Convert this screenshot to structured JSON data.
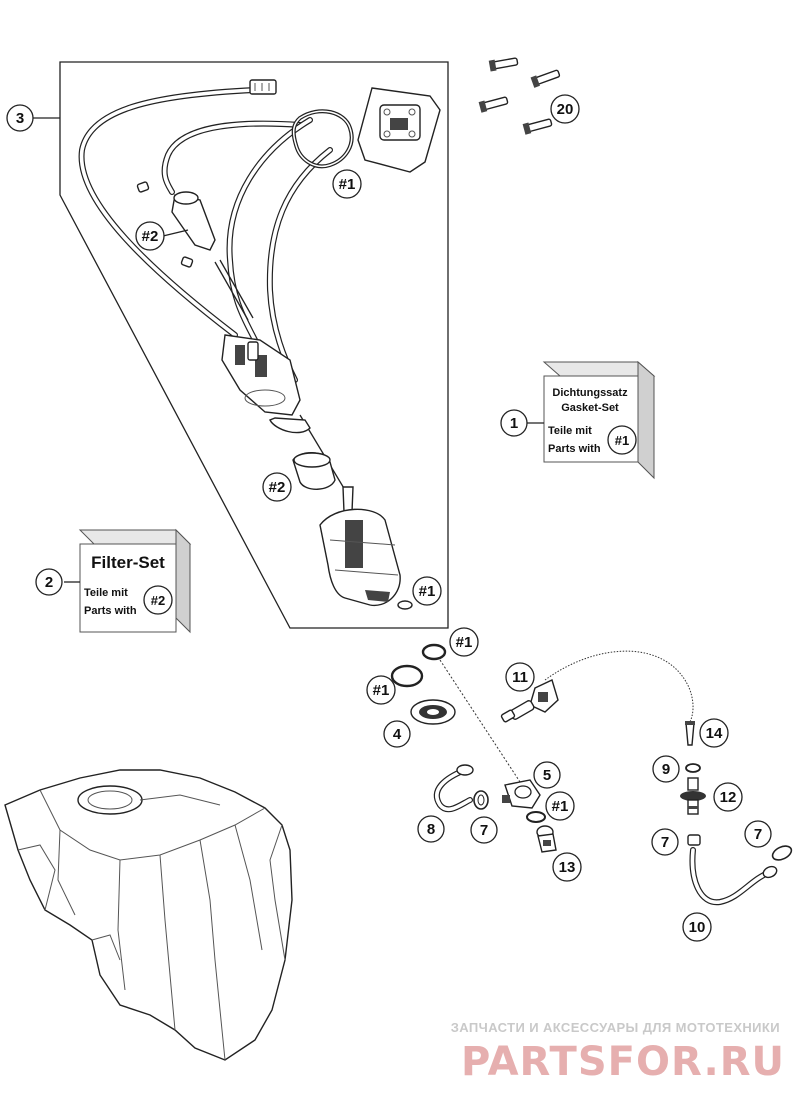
{
  "callouts": {
    "c3": "3",
    "c20": "20",
    "c1a": "#1",
    "c2a": "#2",
    "c1": "1",
    "c2b": "#2",
    "c2": "2",
    "c1b": "#1",
    "c1c": "#1",
    "c1d": "#1",
    "c11": "11",
    "c14": "14",
    "c4": "4",
    "c9": "9",
    "c5": "5",
    "c12": "12",
    "c1e": "#1",
    "c8": "8",
    "c7a": "7",
    "c7b": "7",
    "c7c": "7",
    "c13": "13",
    "c10": "10"
  },
  "gasket_box": {
    "line1": "Dichtungssatz",
    "line2": "Gasket-Set",
    "line3": "Teile mit",
    "line4": "Parts with",
    "ref": "#1"
  },
  "filter_box": {
    "title": "Filter-Set",
    "line1": "Teile mit",
    "line2": "Parts with",
    "ref": "#2"
  },
  "watermark": {
    "tagline": "ЗАПЧАСТИ И АКСЕССУАРЫ ДЛЯ МОТОТЕХНИКИ",
    "brand": "PARTSFOR.RU"
  },
  "colors": {
    "ink": "#222222",
    "watermark_red": "#e6afaf",
    "watermark_grey": "#c9c9c9"
  }
}
